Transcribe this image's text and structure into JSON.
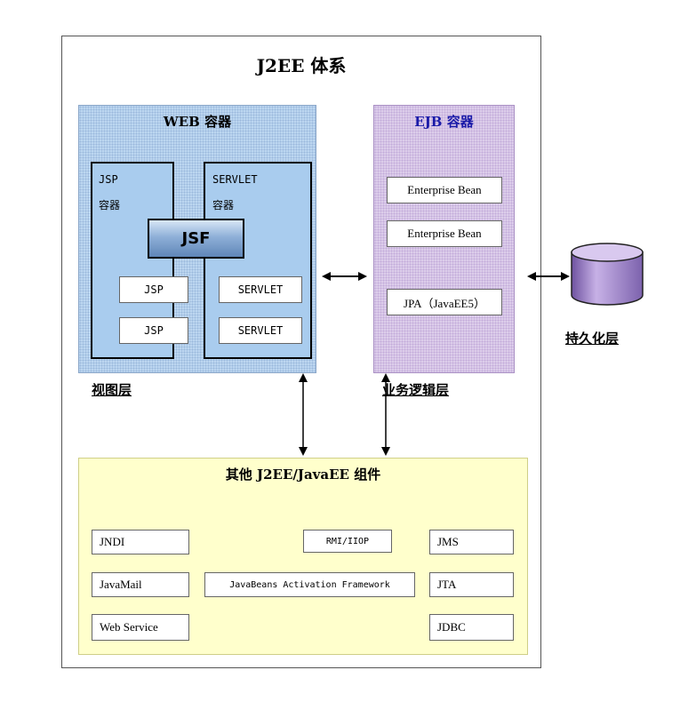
{
  "title": "J2EE 体系",
  "web_container": {
    "label": "WEB 容器",
    "jsp_container": {
      "line1": "JSP",
      "line2": "容器"
    },
    "servlet_container": {
      "line1": "SERVLET",
      "line2": "容器"
    },
    "jsf": "JSF",
    "jsp_items": [
      "JSP",
      "JSP"
    ],
    "servlet_items": [
      "SERVLET",
      "SERVLET"
    ],
    "layer_label": "视图层"
  },
  "ejb_container": {
    "label": "EJB 容器",
    "label_color": "#1a1aa8",
    "items": [
      "Enterprise Bean",
      "Enterprise Bean",
      "JPA（JavaEE5）"
    ],
    "layer_label": "业务逻辑层"
  },
  "persistence": {
    "label": "持久化层",
    "icon": "database-cylinder-icon",
    "color": "#9a7fc0"
  },
  "other_components": {
    "label": "其他 J2EE/JavaEE 组件",
    "items": {
      "jndi": "JNDI",
      "rmi": "RMI/IIOP",
      "jms": "JMS",
      "javamail": "JavaMail",
      "jaf": "JavaBeans Activation Framework",
      "jta": "JTA",
      "webservice": "Web Service",
      "jdbc": "JDBC"
    }
  }
}
